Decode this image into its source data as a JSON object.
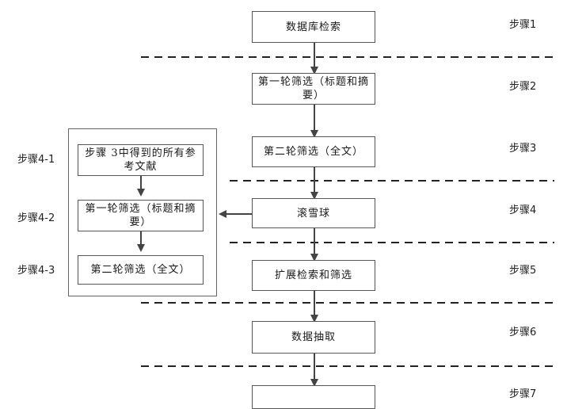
{
  "nodes": {
    "n1": "数据库检索",
    "n2": "第一轮筛选（标题和摘要）",
    "n3": "第二轮筛选（全文）",
    "n4": "滚雪球",
    "n5": "扩展检索和筛选",
    "n6": "数据抽取",
    "s1": "步骤 3中得到的所有参考文献",
    "s2": "第一轮筛选（标题和摘要）",
    "s3": "第二轮筛选（全文）"
  },
  "steps": {
    "step1": "步骤1",
    "step2": "步骤2",
    "step3": "步骤3",
    "step4": "步骤4",
    "step5": "步骤5",
    "step6": "步骤6",
    "step7": "步骤7",
    "step4_1": "步骤4-1",
    "step4_2": "步骤4-2",
    "step4_3": "步骤4-3"
  },
  "colors": {
    "line": "#444444",
    "box_border": "#555555",
    "text": "#1a1a1a"
  }
}
